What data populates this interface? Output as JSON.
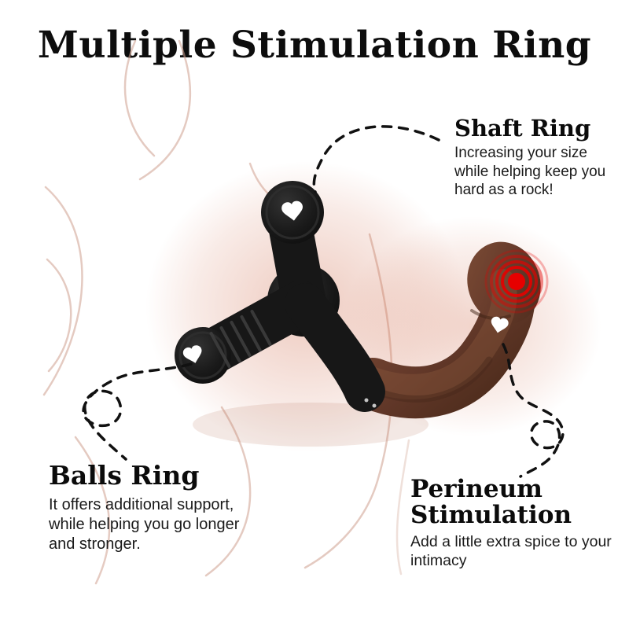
{
  "page": {
    "title": "Multiple Stimulation Ring"
  },
  "callouts": {
    "shaft": {
      "heading": "Shaft Ring",
      "body": "Increasing your size while helping keep you hard as a rock!"
    },
    "balls": {
      "heading": "Balls Ring",
      "body": "It offers additional support, while helping you go longer and stronger."
    },
    "perineum": {
      "heading": "Perineum Stimulation",
      "body": "Add a little extra spice to your intimacy"
    }
  },
  "colors": {
    "background": "#ffffff",
    "title_text": "#0d0d0d",
    "body_text": "#1a1a1a",
    "product_black": "#161616",
    "massager_brown": "#6a4130",
    "vibration_red": "#e60000",
    "sketch_pink": "#cfa08f",
    "heart_white": "#ffffff"
  }
}
